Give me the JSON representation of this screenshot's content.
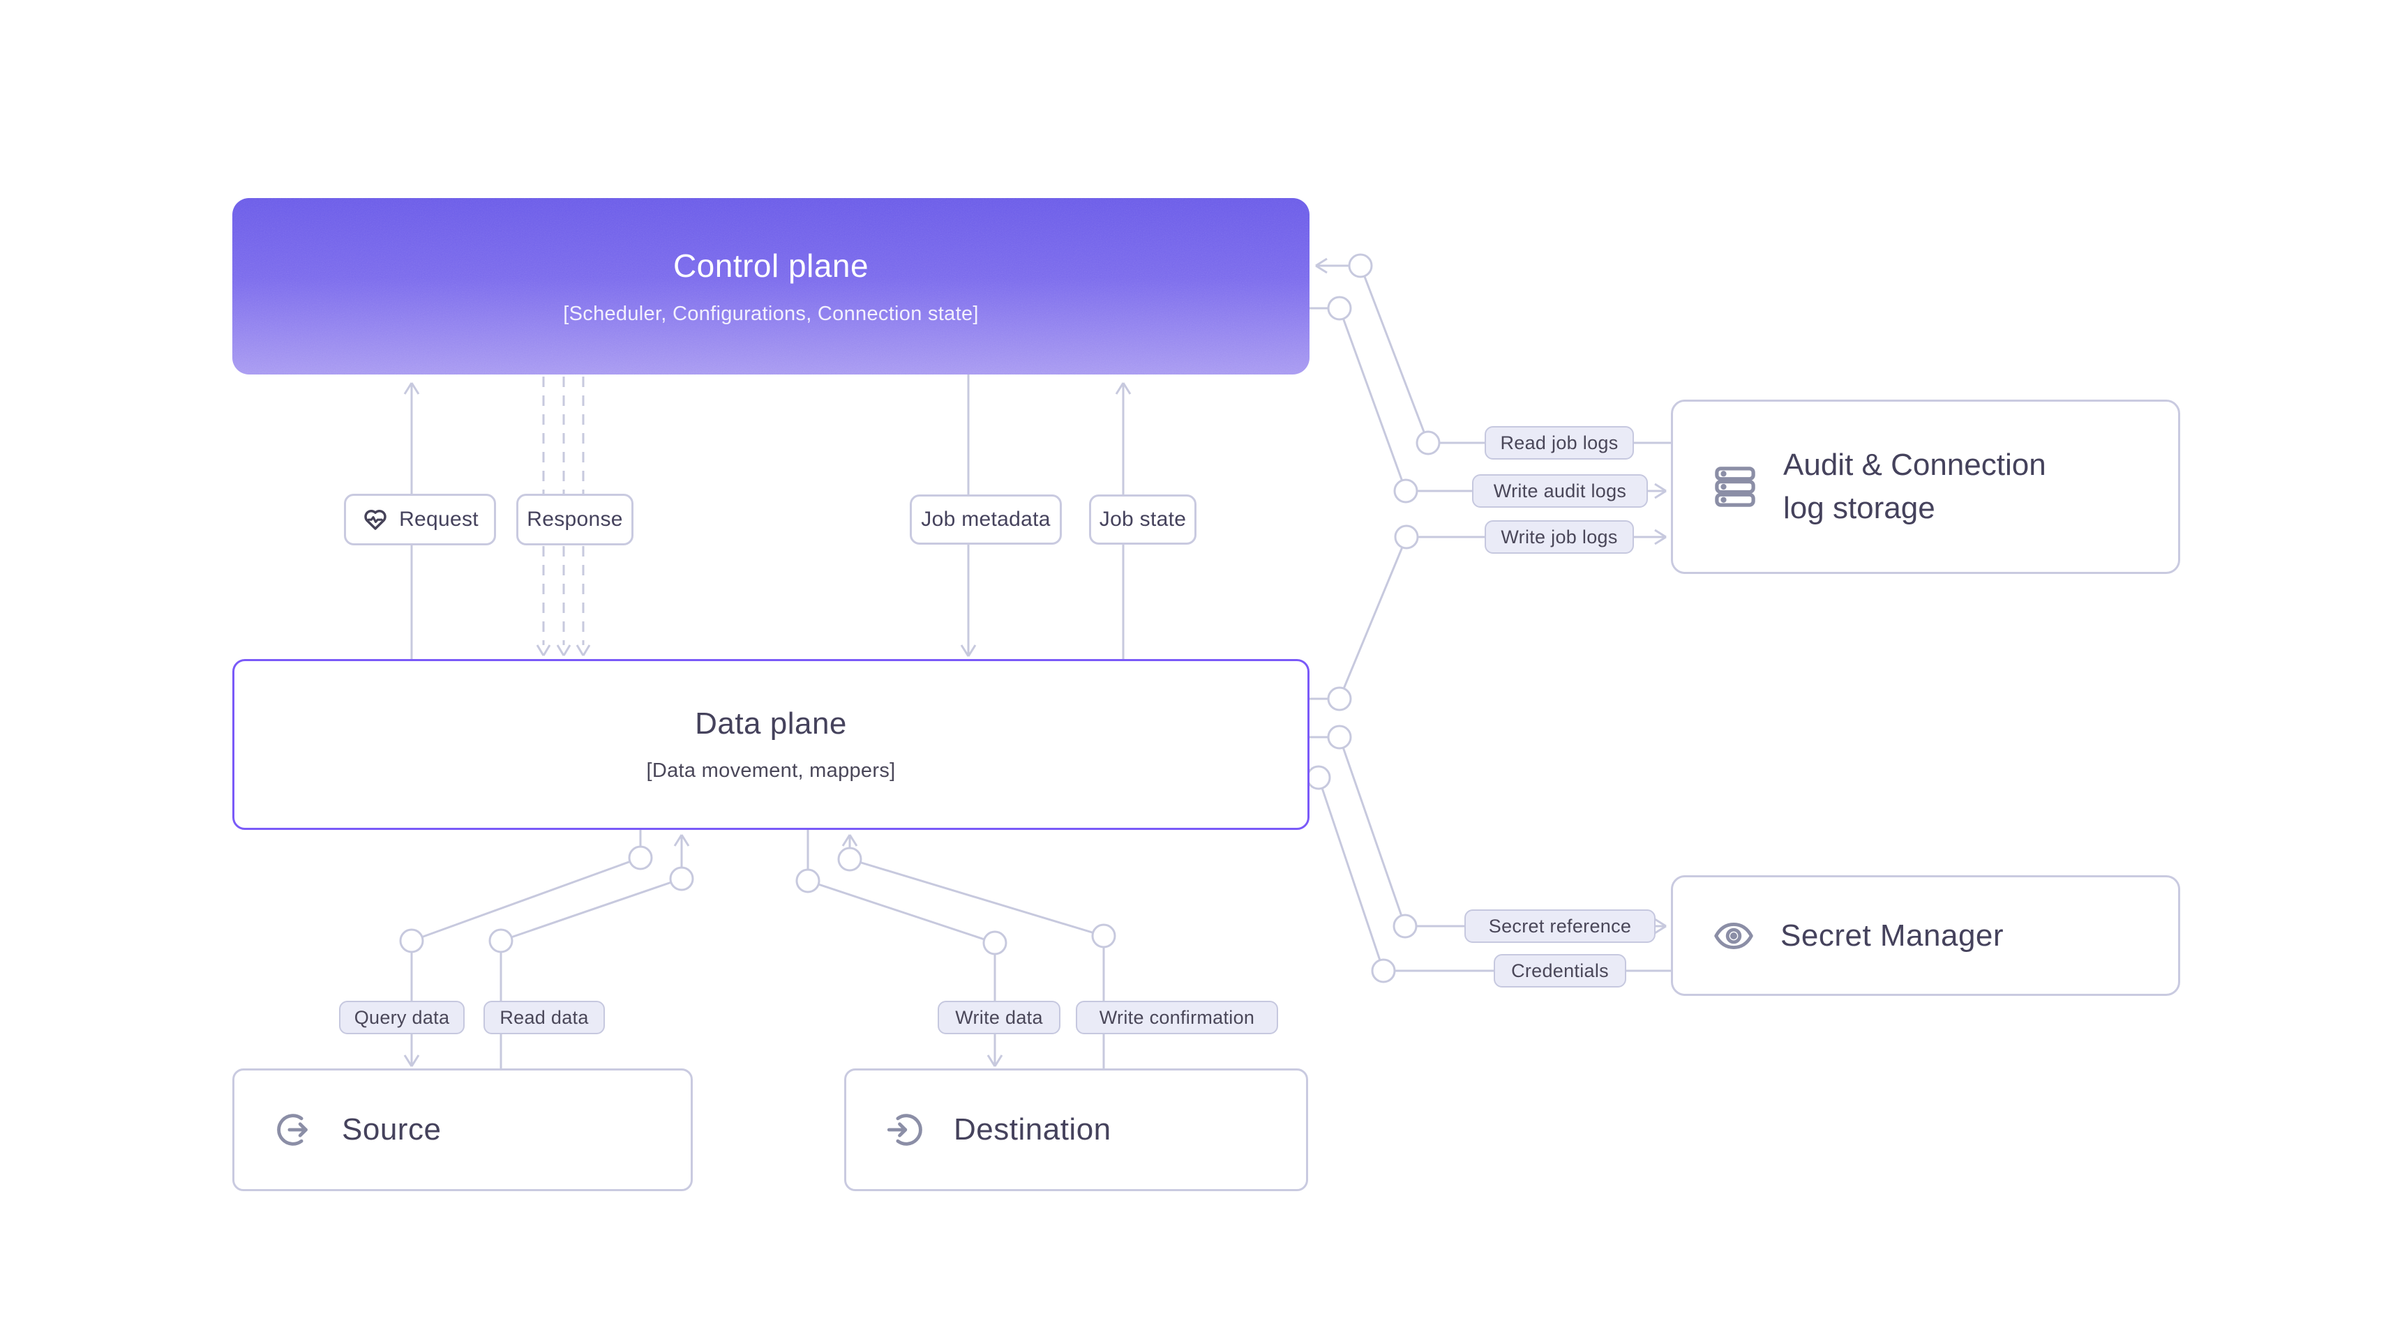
{
  "diagram": {
    "nodes": {
      "control_plane": {
        "title": "Control plane",
        "subtitle": "[Scheduler, Configurations, Connection state]"
      },
      "data_plane": {
        "title": "Data plane",
        "subtitle": "[Data movement, mappers]"
      },
      "source": {
        "title": "Source"
      },
      "destination": {
        "title": "Destination"
      },
      "audit_log_storage": {
        "title_line1": "Audit & Connection",
        "title_line2": "log storage"
      },
      "secret_manager": {
        "title": "Secret Manager"
      }
    },
    "edge_labels": {
      "request": "Request",
      "response": "Response",
      "job_metadata": "Job metadata",
      "job_state": "Job state",
      "read_job_logs": "Read job logs",
      "write_audit_logs": "Write audit logs",
      "write_job_logs": "Write job logs",
      "secret_reference": "Secret reference",
      "credentials": "Credentials",
      "query_data": "Query data",
      "read_data": "Read data",
      "write_data": "Write data",
      "write_confirmation": "Write confirmation"
    },
    "icons": [
      "heartbeat-icon on Request label",
      "database-stack-icon on Audit & Connection log storage",
      "eye-icon on Secret Manager",
      "export-arrow-circle-icon on Source",
      "import-arrow-circle-icon on Destination"
    ],
    "colors": {
      "canvas": "#FFFFFF",
      "control_plane_gradient_top": "#6A5BE8",
      "control_plane_gradient_bottom": "#A89AF1",
      "data_plane_border": "#7A5AF8",
      "node_border": "#C9CAE0",
      "connector_line": "#C7C9DE",
      "pill_fill": "#EAEBF7",
      "text_dark": "#45425C",
      "icon_gray": "#8B8EA6"
    }
  }
}
